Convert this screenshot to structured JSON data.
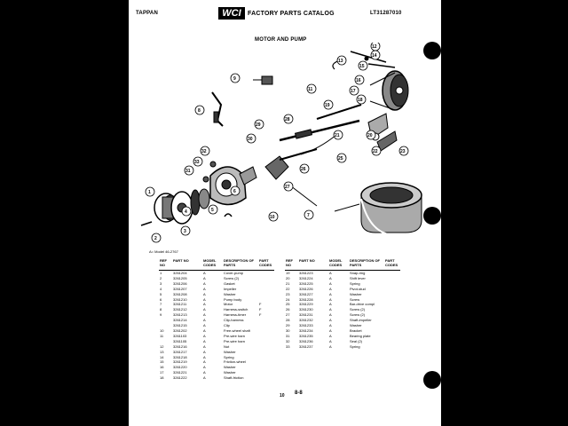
{
  "header": {
    "brand": "TAPPAN",
    "logo": "WCI",
    "catalog_title": "FACTORY PARTS CATALOG",
    "catalog_number": "LT31287010",
    "section_title": "MOTOR AND PUMP"
  },
  "diagram": {
    "callouts": [
      "1",
      "2",
      "3",
      "4",
      "5",
      "6",
      "7",
      "8",
      "9",
      "10",
      "11",
      "12",
      "13",
      "14",
      "15",
      "16",
      "17",
      "18",
      "19",
      "20",
      "21",
      "22",
      "23",
      "25",
      "26",
      "27",
      "28",
      "29",
      "30",
      "31",
      "32",
      "33"
    ]
  },
  "model_note": "A= Model 46-2767",
  "table": {
    "headers": {
      "ref": "REF NO",
      "part": "PART NO",
      "model": "MODEL CODES",
      "desc": "DESCRIPTION OF PARTS",
      "codes": "PART CODES"
    },
    "left_rows": [
      {
        "ref": "1",
        "part": "3261204",
        "model": "A",
        "desc": "Cover-pump",
        "codes": ""
      },
      {
        "ref": "2",
        "part": "3261205",
        "model": "A",
        "desc": "Screw (2)",
        "codes": ""
      },
      {
        "ref": "3",
        "part": "3261206",
        "model": "A",
        "desc": "Gasket",
        "codes": ""
      },
      {
        "ref": "4",
        "part": "3261207",
        "model": "A",
        "desc": "Impeller",
        "codes": ""
      },
      {
        "ref": "5",
        "part": "3261208",
        "model": "A",
        "desc": "Washer",
        "codes": ""
      },
      {
        "ref": "6",
        "part": "3261210",
        "model": "A",
        "desc": "Pump body",
        "codes": ""
      },
      {
        "ref": "7",
        "part": "3261211",
        "model": "A",
        "desc": "Motor",
        "codes": "F"
      },
      {
        "ref": "8",
        "part": "3261212",
        "model": "A",
        "desc": "Harness-switch",
        "codes": "F"
      },
      {
        "ref": "9",
        "part": "3261213",
        "model": "A",
        "desc": "Harness-timer",
        "codes": "F"
      },
      {
        "ref": "",
        "part": "3261214",
        "model": "A",
        "desc": "Clip-harness",
        "codes": ""
      },
      {
        "ref": "",
        "part": "3261215",
        "model": "A",
        "desc": "Clip",
        "codes": ""
      },
      {
        "ref": "10",
        "part": "3261202",
        "model": "A",
        "desc": "Free-wheel shaft",
        "codes": ""
      },
      {
        "ref": "11",
        "part": "3261103",
        "model": "A",
        "desc": "Pre-wire harn",
        "codes": ""
      },
      {
        "ref": "",
        "part": "3261105",
        "model": "A",
        "desc": "Pre-wire harn",
        "codes": ""
      },
      {
        "ref": "12",
        "part": "3261216",
        "model": "A",
        "desc": "Nut",
        "codes": ""
      },
      {
        "ref": "13",
        "part": "3261217",
        "model": "A",
        "desc": "Washer",
        "codes": ""
      },
      {
        "ref": "14",
        "part": "3261218",
        "model": "A",
        "desc": "Spring",
        "codes": ""
      },
      {
        "ref": "15",
        "part": "3261219",
        "model": "A",
        "desc": "Friction-wheel",
        "codes": ""
      },
      {
        "ref": "16",
        "part": "3261220",
        "model": "A",
        "desc": "Washer",
        "codes": ""
      },
      {
        "ref": "17",
        "part": "3261221",
        "model": "A",
        "desc": "Washer",
        "codes": ""
      },
      {
        "ref": "18",
        "part": "3261222",
        "model": "A",
        "desc": "Shaft-friction",
        "codes": ""
      }
    ],
    "right_rows": [
      {
        "ref": "19",
        "part": "3261223",
        "model": "A",
        "desc": "Snap-ring",
        "codes": ""
      },
      {
        "ref": "20",
        "part": "3261224",
        "model": "A",
        "desc": "Shift lever",
        "codes": ""
      },
      {
        "ref": "21",
        "part": "3261225",
        "model": "A",
        "desc": "Spring",
        "codes": ""
      },
      {
        "ref": "22",
        "part": "3261226",
        "model": "A",
        "desc": "Pivot-stud",
        "codes": ""
      },
      {
        "ref": "23",
        "part": "3261227",
        "model": "A",
        "desc": "Washer",
        "codes": ""
      },
      {
        "ref": "24",
        "part": "3261228",
        "model": "A",
        "desc": "Screw",
        "codes": ""
      },
      {
        "ref": "25",
        "part": "3261229",
        "model": "A",
        "desc": "Bar-drive compl",
        "codes": ""
      },
      {
        "ref": "26",
        "part": "3261230",
        "model": "A",
        "desc": "Screw (2)",
        "codes": ""
      },
      {
        "ref": "27",
        "part": "3261231",
        "model": "A",
        "desc": "Screw (2)",
        "codes": ""
      },
      {
        "ref": "28",
        "part": "3261232",
        "model": "A",
        "desc": "Shaft-impeller",
        "codes": ""
      },
      {
        "ref": "29",
        "part": "3261233",
        "model": "A",
        "desc": "Washer",
        "codes": ""
      },
      {
        "ref": "30",
        "part": "3261234",
        "model": "A",
        "desc": "Bracket",
        "codes": ""
      },
      {
        "ref": "31",
        "part": "3261235",
        "model": "A",
        "desc": "Bearing plate",
        "codes": ""
      },
      {
        "ref": "32",
        "part": "3261236",
        "model": "A",
        "desc": "Seal (2)",
        "codes": ""
      },
      {
        "ref": "33",
        "part": "3261237",
        "model": "A",
        "desc": "Spring",
        "codes": ""
      }
    ]
  },
  "footer": {
    "page_number": "10",
    "section_number": "8-8"
  }
}
